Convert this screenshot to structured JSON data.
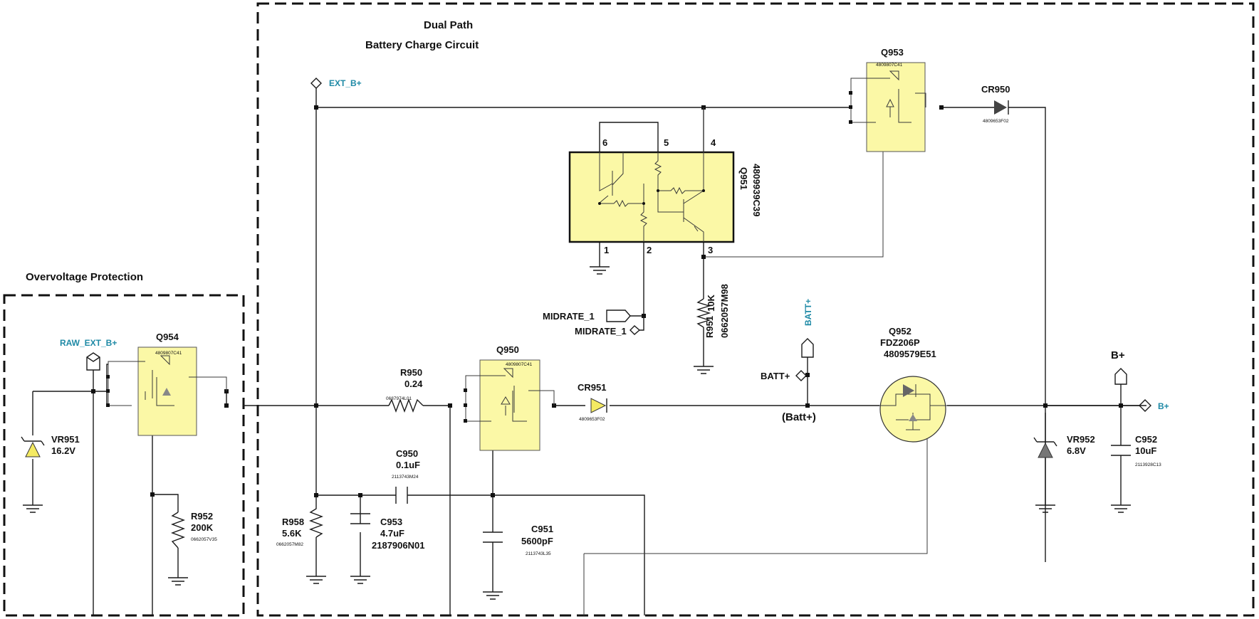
{
  "titles": {
    "dual_path": "Dual Path",
    "battery_charge": "Battery Charge Circuit",
    "overvoltage": "Overvoltage Protection"
  },
  "nets": {
    "ext_b": "EXT_B+",
    "raw_ext_b": "RAW_EXT_B+",
    "batt_plus_vertical": "BATT+",
    "batt_plus_port": "BATT+",
    "batt_node": "(Batt+)",
    "b_plus_top": "B+",
    "b_plus_port": "B+",
    "midrate_1a": "MIDRATE_1",
    "midrate_1b": "MIDRATE_1"
  },
  "components": {
    "q953": {
      "ref": "Q953",
      "part": "4809807C41"
    },
    "cr950": {
      "ref": "CR950",
      "part": "4809653F02"
    },
    "q951": {
      "ref": "Q951",
      "part": "4809939C39",
      "pins": [
        "6",
        "5",
        "4",
        "1",
        "2",
        "3"
      ]
    },
    "q954": {
      "ref": "Q954",
      "part": "4809807C41"
    },
    "q950": {
      "ref": "Q950",
      "part": "4809807C41"
    },
    "q952": {
      "ref": "Q952",
      "value": "FDZ206P",
      "part": "4809579E51"
    },
    "cr951": {
      "ref": "CR951",
      "part": "4809653F02"
    },
    "r950": {
      "ref": "R950",
      "value": "0.24",
      "part": "0687974L01"
    },
    "r951": {
      "ref": "R951",
      "value": "10K",
      "part": "0662057M98"
    },
    "r952": {
      "ref": "R952",
      "value": "200K",
      "part": "0662057V35"
    },
    "r958": {
      "ref": "R958",
      "value": "5.6K",
      "part": "0662057M82"
    },
    "c950": {
      "ref": "C950",
      "value": "0.1uF",
      "part": "2113743M24"
    },
    "c951": {
      "ref": "C951",
      "value": "5600pF",
      "part": "2113743L35"
    },
    "c952": {
      "ref": "C952",
      "value": "10uF",
      "part": "2113928C13"
    },
    "c953": {
      "ref": "C953",
      "value": "4.7uF",
      "part": "2187906N01"
    },
    "vr951": {
      "ref": "VR951",
      "value": "16.2V"
    },
    "vr952": {
      "ref": "VR952",
      "value": "6.8V"
    }
  },
  "colors": {
    "area_fill": "#fdfde0",
    "component_fill": "#fbf8a6",
    "net_label": "#1f8aa6"
  }
}
